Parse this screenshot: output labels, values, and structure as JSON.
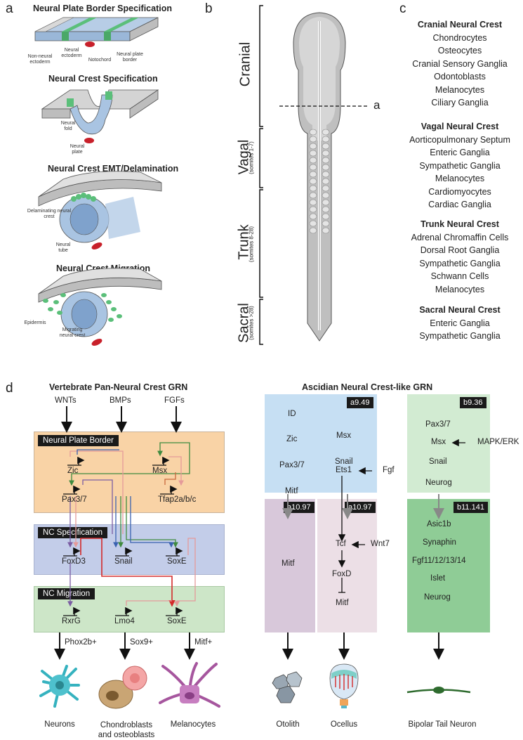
{
  "panel_a": {
    "label": "a",
    "titles": [
      "Neural Plate Border Specification",
      "Neural Crest Specification",
      "Neural Crest EMT/Delamination",
      "Neural Crest Migration"
    ],
    "annotations": {
      "non_neural_ectoderm": "Non-neural ectoderm",
      "neural_ectoderm": "Neural ectoderm",
      "notochord": "Notochord",
      "neural_plate_border": "Neural plate border",
      "neural_fold": "Neural fold",
      "neural_plate": "Neural plate",
      "delaminating_neural_crest": "Delaminating neural crest",
      "neural_tube": "Neural tube",
      "epidermis": "Epidermis",
      "migrating_neural_crest": "Migrating neural crest"
    }
  },
  "panel_b": {
    "label": "b",
    "section_marker": "a",
    "regions": [
      {
        "name": "Cranial",
        "sub": ""
      },
      {
        "name": "Vagal",
        "sub": "(somites 1-7)"
      },
      {
        "name": "Trunk",
        "sub": "(somites 8-28)"
      },
      {
        "name": "Sacral",
        "sub": "(somites >28)"
      }
    ]
  },
  "panel_c": {
    "label": "c",
    "groups": [
      {
        "title": "Cranial Neural Crest",
        "items": [
          "Chondrocytes",
          "Osteocytes",
          "Cranial Sensory Ganglia",
          "Odontoblasts",
          "Melanocytes",
          "Ciliary Ganglia"
        ]
      },
      {
        "title": "Vagal Neural Crest",
        "items": [
          "Aorticopulmonary Septum",
          "Enteric Ganglia",
          "Sympathetic Ganglia",
          "Melanocytes",
          "Cardiomyocytes",
          "Cardiac Ganglia"
        ]
      },
      {
        "title": "Trunk Neural Crest",
        "items": [
          "Adrenal Chromaffin Cells",
          "Dorsal Root Ganglia",
          "Sympathetic Ganglia",
          "Schwann Cells",
          "Melanocytes"
        ]
      },
      {
        "title": "Sacral Neural Crest",
        "items": [
          "Enteric Ganglia",
          "Sympathetic Ganglia"
        ]
      }
    ]
  },
  "panel_d": {
    "label": "d",
    "vertebrate": {
      "title": "Vertebrate Pan-Neural Crest GRN",
      "signals": [
        "WNTs",
        "BMPs",
        "FGFs"
      ],
      "boxes": {
        "npb": {
          "title": "Neural Plate Border",
          "color": "#f9d3a6",
          "genes": [
            "Zic",
            "Msx",
            "Pax3/7",
            "Tfap2a/b/c"
          ]
        },
        "spec": {
          "title": "NC Specification",
          "color": "#c3cde9",
          "genes": [
            "FoxD3",
            "Snail",
            "SoxE"
          ]
        },
        "mig": {
          "title": "NC Migration",
          "color": "#cde6c8",
          "genes": [
            "RxrG",
            "Lmo4",
            "SoxE"
          ]
        }
      },
      "markers": [
        "Phox2b+",
        "Sox9+",
        "Mitf+"
      ],
      "cells": [
        "Neurons",
        "Chondroblasts\nand osteoblasts",
        "Melanocytes"
      ]
    },
    "ascidian": {
      "title": "Ascidian Neural Crest-like GRN",
      "a949": {
        "tag": "a9.49",
        "color": "#c6dff3",
        "left": [
          "ID",
          "Zic",
          "Pax3/7",
          "Mitf"
        ],
        "right": [
          "Msx",
          "Snail",
          "Ets1"
        ]
      },
      "b936": {
        "tag": "b9.36",
        "color": "#d2ebd2",
        "genes": [
          "Pax3/7",
          "Msx",
          "Snail",
          "Neurog"
        ]
      },
      "a1097_left": {
        "tag": "a10.97",
        "color": "#d8c8da",
        "genes": [
          "Mitf"
        ]
      },
      "a1097_right": {
        "tag": "a10.97",
        "color": "#ecdfe6",
        "genes": [
          "Tcf",
          "FoxD",
          "Mitf"
        ]
      },
      "b11141": {
        "tag": "b11.141",
        "color": "#8fcc96",
        "genes": [
          "Asic1b",
          "Synaphin",
          "Fgf11/12/13/14",
          "Islet",
          "Neurog"
        ]
      },
      "inputs": {
        "fgf": "Fgf",
        "mapk": "MAPK/ERK",
        "wnt7": "Wnt7"
      },
      "cells": [
        "Otolith",
        "Ocellus",
        "Bipolar Tail Neuron"
      ]
    }
  },
  "colors": {
    "red": "#d42a2a",
    "green": "#3f8a3f",
    "purple": "#7b5ea3",
    "blue": "#3a62b0",
    "pink": "#e59a9a",
    "orange": "#c8683c",
    "gray": "#888888"
  }
}
